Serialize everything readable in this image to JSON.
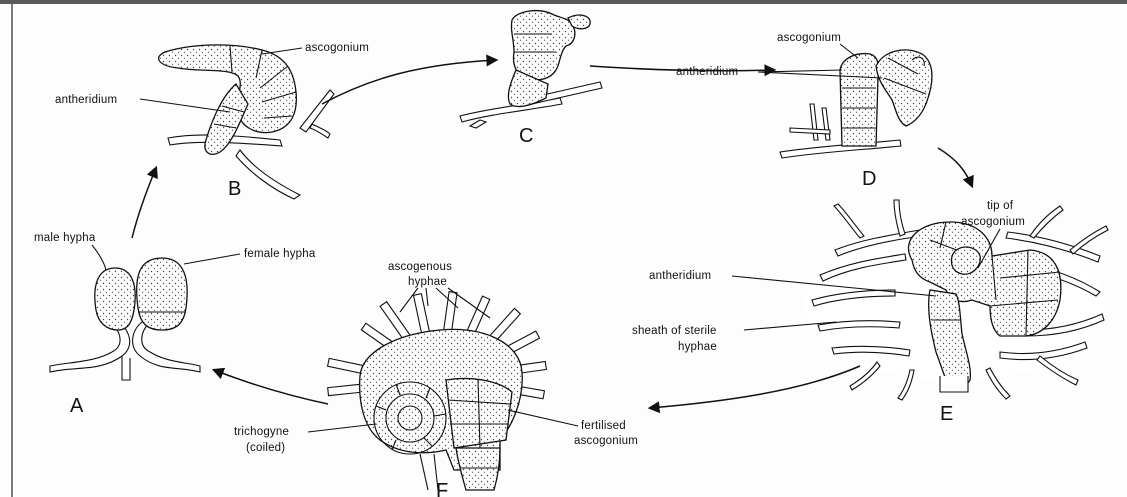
{
  "stages": {
    "a": "A",
    "b": "B",
    "c": "C",
    "d": "D",
    "e": "E",
    "f": "F"
  },
  "labels": {
    "b_ascogonium": "ascogonium",
    "b_antheridium": "antheridium",
    "d_ascogonium": "ascogonium",
    "d_antheridium": "antheridium",
    "e_tip_line1": "tip of",
    "e_tip_line2": "ascogonium",
    "e_antheridium": "antheridium",
    "e_sheath_line1": "sheath of sterile",
    "e_sheath_line2": "hyphae",
    "f_ascogenous_line1": "ascogenous",
    "f_ascogenous_line2": "hyphae",
    "f_trichogyne_line1": "trichogyne",
    "f_trichogyne_line2": "(coiled)",
    "f_fertilised_line1": "fertilised",
    "f_fertilised_line2": "ascogonium",
    "a_male": "male hypha",
    "a_female": "female hypha"
  },
  "colors": {
    "ink": "#111111",
    "paper": "#fdfdfd",
    "stipple": "#444444"
  }
}
